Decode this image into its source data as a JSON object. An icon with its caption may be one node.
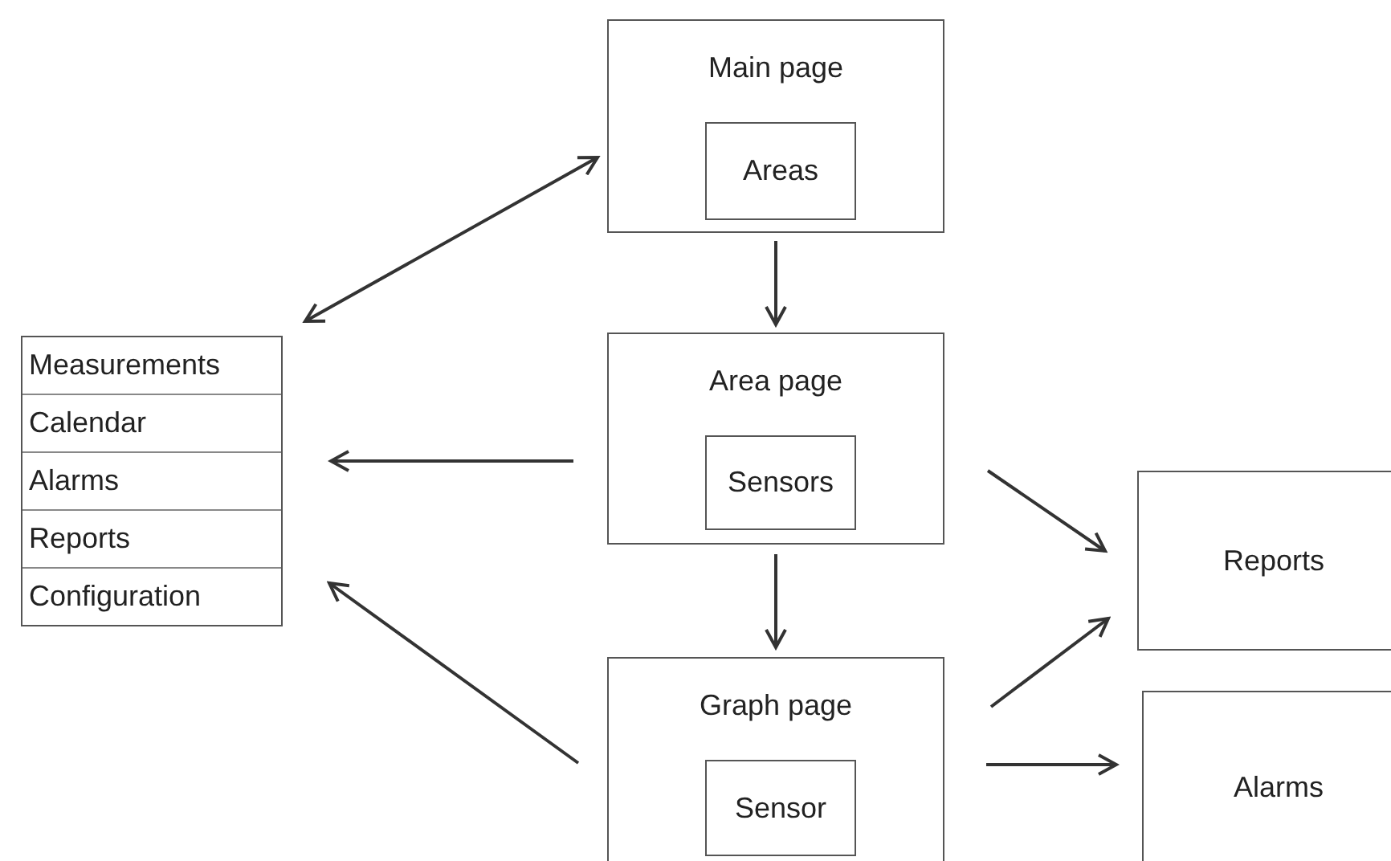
{
  "diagram": {
    "nodes": [
      {
        "text": [
          "Main page"
        ]
      },
      {
        "text": [
          "Areas"
        ],
        "in": 0
      },
      {
        "text": [
          "Area page"
        ]
      },
      {
        "text": [
          "Sensors"
        ],
        "in": 2
      },
      {
        "text": [
          "Graph page"
        ]
      },
      {
        "text": [
          "Sensor"
        ],
        "in": 4
      },
      {
        "text": [
          "Measurements",
          "Calendar",
          "Alarms",
          "Reports",
          "Configuration"
        ]
      },
      {
        "text": [
          "Reports"
        ]
      },
      {
        "text": [
          "Alarms"
        ]
      }
    ],
    "edges": [
      {
        "from": 6,
        "to": 0,
        "arrow": "both"
      },
      {
        "from": 0,
        "to": 2,
        "arrow": "to"
      },
      {
        "from": 2,
        "to": 6,
        "arrow": "to"
      },
      {
        "from": 2,
        "to": 4,
        "arrow": "to"
      },
      {
        "from": 4,
        "to": 6,
        "arrow": "to"
      },
      {
        "from": 2,
        "to": 7,
        "arrow": "to"
      },
      {
        "from": 4,
        "to": 7,
        "arrow": "to"
      },
      {
        "from": 4,
        "to": 8,
        "arrow": "to"
      }
    ]
  }
}
